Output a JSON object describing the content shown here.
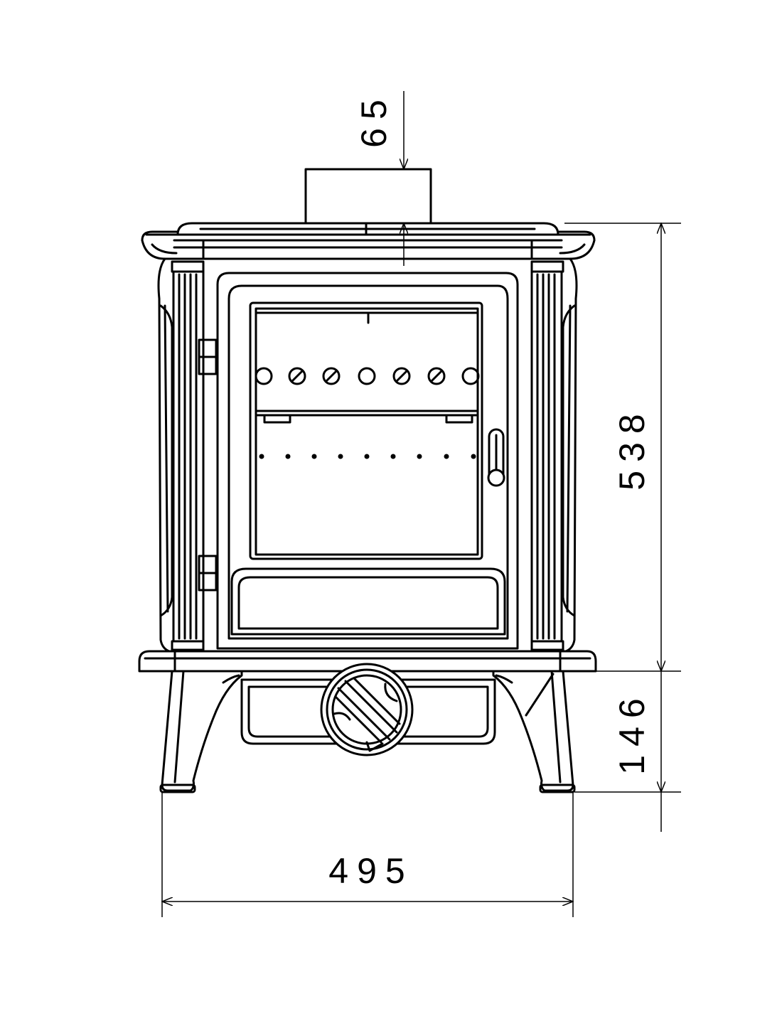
{
  "dimensions": {
    "flue_height": "65",
    "body_height": "538",
    "leg_height": "146",
    "overall_width": "495"
  },
  "colors": {
    "line": "#000000",
    "background": "#ffffff"
  }
}
